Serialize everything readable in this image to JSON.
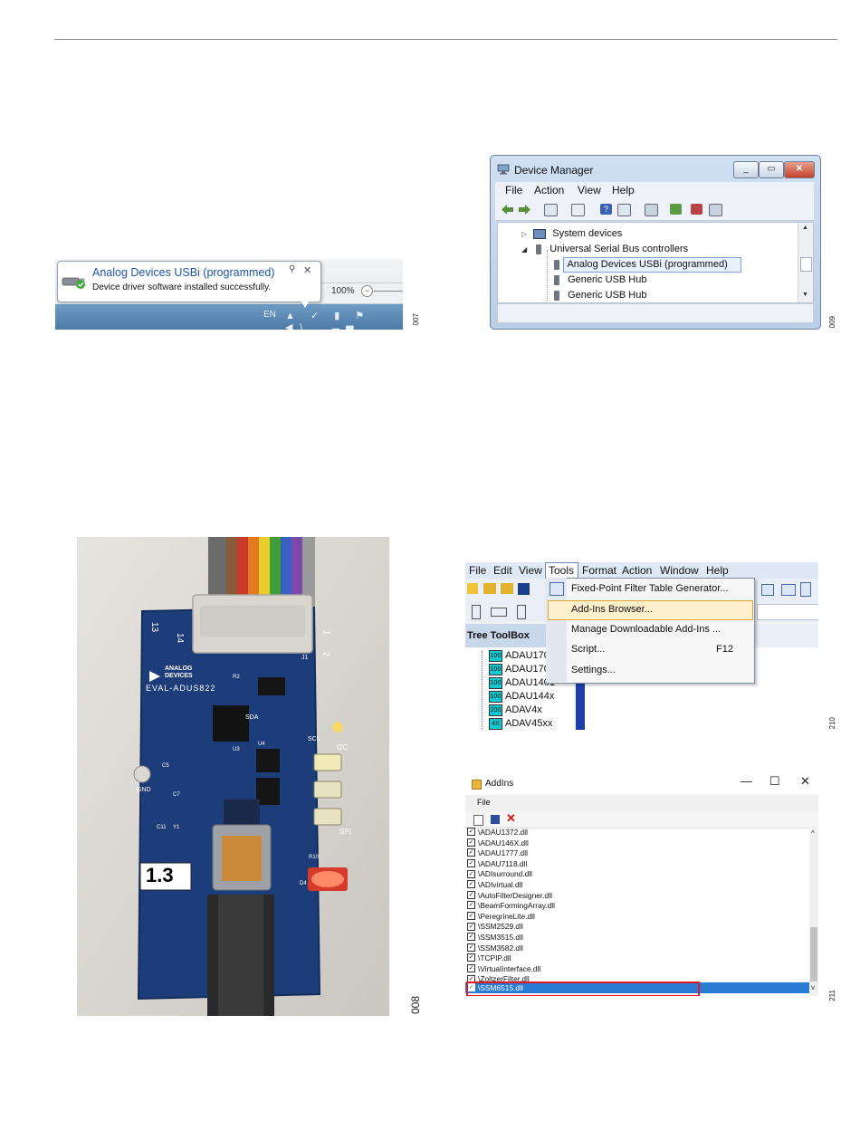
{
  "figures": {
    "fig007": {
      "number": "007",
      "notification": {
        "title": "Analog Devices USBi (programmed)",
        "message": "Device driver software installed successfully.",
        "close_glyph": "✕",
        "pin_glyph": "⚲"
      },
      "browser": {
        "zoom": "100%",
        "zoom_minus": "−"
      },
      "taskbar": {
        "language": "EN",
        "icons": "▲ ✓ ▮ ⚑ ◀) ▂▃▅"
      }
    },
    "fig009": {
      "number": "009",
      "window_title": "Device Manager",
      "caption_buttons": {
        "minimize": "_",
        "maximize": "▭",
        "close": "✕"
      },
      "menu": [
        "File",
        "Action",
        "View",
        "Help"
      ],
      "tree": [
        {
          "label": "System devices",
          "expander": "▷"
        },
        {
          "label": "Universal Serial Bus controllers",
          "expander": "◢"
        },
        {
          "label": "Analog Devices USBi (programmed)",
          "expander": ""
        },
        {
          "label": "Generic USB Hub",
          "expander": ""
        },
        {
          "label": "Generic USB Hub",
          "expander": ""
        }
      ],
      "scroll_up": "▲",
      "scroll_down": "▼"
    },
    "fig008": {
      "number": "008",
      "board": {
        "brand_line1": "ANALOG",
        "brand_line2": "DEVICES",
        "model": "EVAL-ADUS822",
        "version": "1.3",
        "labels": {
          "gnd": "GND",
          "sda": "SDA",
          "scl": "SCL",
          "i2c": "I2C",
          "spi": "SPI",
          "j1": "J1",
          "pin13": "13",
          "pin14": "14",
          "pin1": "1",
          "pin2": "2",
          "r10": "R10",
          "d4": "D4",
          "u3": "U3",
          "u4": "U4",
          "c5": "C5",
          "c11": "C11",
          "y1": "Y1",
          "c7": "C7",
          "r2": "R2"
        }
      }
    },
    "fig010": {
      "number": "210",
      "menubar": [
        "File",
        "Edit",
        "View",
        "Tools",
        "Format",
        "Action",
        "Window",
        "Help"
      ],
      "dropdown": [
        {
          "label": "Fixed-Point Filter Table Generator...",
          "shortcut": ""
        },
        {
          "label": "Add-Ins Browser...",
          "shortcut": ""
        },
        {
          "label": "Manage Downloadable Add-Ins ...",
          "shortcut": ""
        },
        {
          "label": "Script...",
          "shortcut": "F12"
        },
        {
          "label": "Settings...",
          "shortcut": ""
        }
      ],
      "toolbox_title": "Tree ToolBox",
      "toolbox_items": [
        {
          "chip": "100",
          "label": "ADAU170"
        },
        {
          "chip": "100",
          "label": "ADAU170"
        },
        {
          "chip": "100",
          "label": "ADAU1401"
        },
        {
          "chip": "100",
          "label": "ADAU144x"
        },
        {
          "chip": "200",
          "label": "ADAV4x"
        },
        {
          "chip": "4X",
          "label": "ADAV45xx"
        }
      ]
    },
    "fig011": {
      "number": "211",
      "window_title": "AddIns",
      "controls": {
        "minimize": "—",
        "maximize": "☐",
        "close": "✕"
      },
      "menu": "File",
      "items": [
        "\\ADAU1372.dll",
        "\\ADAU146X.dll",
        "\\ADAU1777.dll",
        "\\ADAU7118.dll",
        "\\ADIsurround.dll",
        "\\ADIvirtual.dll",
        "\\AutoFilterDesigner.dll",
        "\\BeamFormingArray.dll",
        "\\PeregrineLite.dll",
        "\\SSM2529.dll",
        "\\SSM3515.dll",
        "\\SSM3582.dll",
        "\\TCPIP.dll",
        "\\VirtualInterface.dll",
        "\\ZoltzerFilter.dll",
        "\\SSM6515.dll"
      ],
      "check": "✓",
      "scroll_up": "^",
      "scroll_down": "v"
    }
  }
}
